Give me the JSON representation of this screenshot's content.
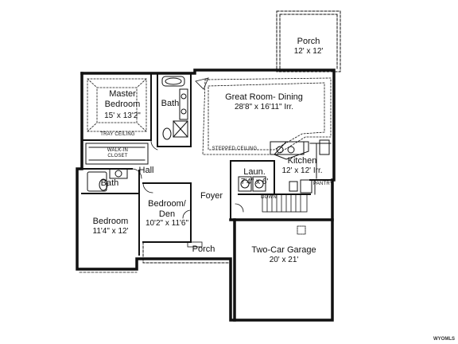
{
  "rooms": {
    "porch_top": {
      "name": "Porch",
      "dims": "12' x 12'"
    },
    "master": {
      "name_line1": "Master",
      "name_line2": "Bedroom",
      "dims": "15' x 13'2\""
    },
    "master_bath": {
      "name": "Bath"
    },
    "great_room": {
      "name": "Great Room- Dining",
      "dims": "28'8\" x 16'11\" Irr."
    },
    "kitchen": {
      "name": "Kitchen",
      "dims": "12' x 12' Irr."
    },
    "laundry": {
      "name": "Laun.",
      "dims": "7'4\" x 6'"
    },
    "hall": {
      "name": "Hall"
    },
    "bath2": {
      "name": "Bath"
    },
    "bedroom_den": {
      "name_line1": "Bedroom/",
      "name_line2": "Den",
      "dims": "10'2\" x 11'6\""
    },
    "foyer": {
      "name": "Foyer"
    },
    "bedroom": {
      "name": "Bedroom",
      "dims": "11'4\" x 12'"
    },
    "porch_front": {
      "name": "Porch"
    },
    "garage": {
      "name": "Two-Car Garage",
      "dims": "20' x 21'"
    }
  },
  "notes": {
    "tray_ceiling": "TRAY CEILING",
    "walk_in_line1": "WALK-IN",
    "walk_in_line2": "CLOSET",
    "stepped_ceiling": "STEPPED CEILING",
    "pantry": "PANTRY",
    "down": "DOWN"
  },
  "stamp": "WYOMLS"
}
